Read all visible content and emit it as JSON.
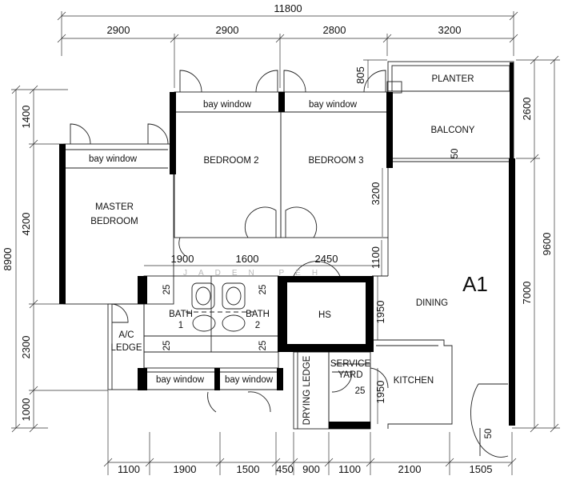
{
  "unit_label": "A1",
  "watermark": "JADEN PEH",
  "rooms": {
    "master_bedroom": [
      "MASTER",
      "BEDROOM"
    ],
    "bedroom_2": "BEDROOM 2",
    "bedroom_3": "BEDROOM 3",
    "balcony": "BALCONY",
    "planter": "PLANTER",
    "dining": "DINING",
    "kitchen": "KITCHEN",
    "hs": "HS",
    "service_yard": [
      "SERVICE",
      "YARD"
    ],
    "bath_1": [
      "BATH",
      "1"
    ],
    "bath_2": [
      "BATH",
      "2"
    ],
    "ac_ledge": [
      "A/C",
      "LEDGE"
    ],
    "drying_ledge": "DRYING LEDGE",
    "bay_window": "bay window"
  },
  "dimensions": {
    "top_overall": "11800",
    "top_segments": [
      "2900",
      "2900",
      "2800",
      "3200"
    ],
    "bottom_segments": [
      "1100",
      "1900",
      "1500",
      "450",
      "900",
      "1100",
      "2100",
      "1505"
    ],
    "left_overall": "8900",
    "left_segments": [
      "1400",
      "4200",
      "2300",
      "1000"
    ],
    "right_overall": "9600",
    "right_segments": [
      "2600",
      "7000"
    ],
    "internal": {
      "planter_depth": "805",
      "bedroom3_depth": "3200",
      "bath_width_1": "1900",
      "bath_width_2": "1600",
      "hs_width": "2450",
      "hs_offset": "1100",
      "hs_depth": "1950",
      "kitchen_depth": "1950",
      "balcony_step": "50",
      "kitchen_step": "50",
      "bath1_step_a": "25",
      "bath1_step_b": "25",
      "bath2_step_a": "25",
      "bath2_step_b": "25",
      "yard_step": "25"
    }
  }
}
